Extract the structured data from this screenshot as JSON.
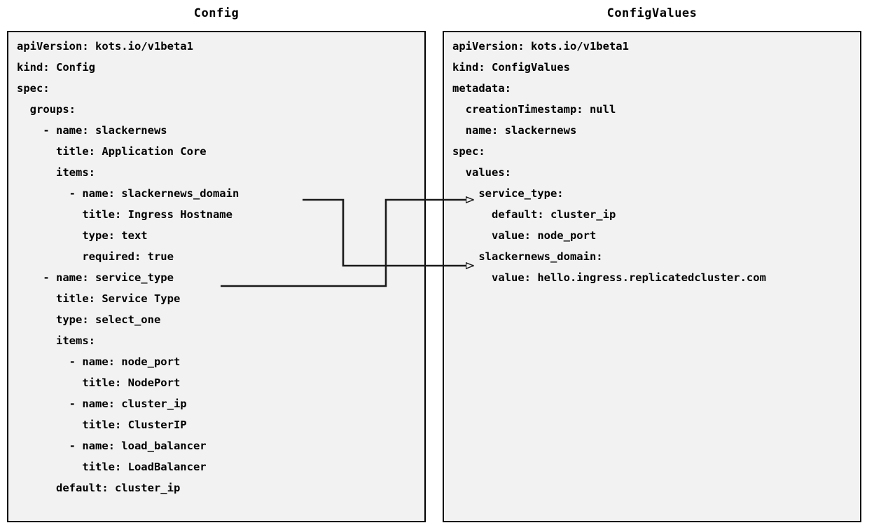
{
  "diagram": {
    "type": "two-panel-yaml-mapping",
    "background_color": "#ffffff",
    "panel_background_color": "#f2f2f2",
    "panel_border_color": "#000000",
    "connector_color": "#1a1a1a"
  },
  "left_panel": {
    "title": "Config",
    "lines": [
      "apiVersion: kots.io/v1beta1",
      "kind: Config",
      "spec:",
      "  groups:",
      "    - name: slackernews",
      "      title: Application Core",
      "      items:",
      "        - name: slackernews_domain",
      "          title: Ingress Hostname",
      "          type: text",
      "          required: true",
      "    - name: service_type",
      "      title: Service Type",
      "      type: select_one",
      "      items:",
      "        - name: node_port",
      "          title: NodePort",
      "        - name: cluster_ip",
      "          title: ClusterIP",
      "        - name: load_balancer",
      "          title: LoadBalancer",
      "      default: cluster_ip"
    ]
  },
  "right_panel": {
    "title": "ConfigValues",
    "lines": [
      "apiVersion: kots.io/v1beta1",
      "kind: ConfigValues",
      "metadata:",
      "  creationTimestamp: null",
      "  name: slackernews",
      "spec:",
      "  values:",
      "    service_type:",
      "      default: cluster_ip",
      "      value: node_port",
      "    slackernews_domain:",
      "      value: hello.ingress.replicatedcluster.com"
    ]
  },
  "connectors": [
    {
      "id": "slackernews-domain-link",
      "from_label": "slackernews_domain",
      "to_label": "slackernews_domain:",
      "arrow": "open-triangle-right"
    },
    {
      "id": "service-type-link",
      "from_label": "service_type",
      "to_label": "service_type:",
      "arrow": "open-triangle-right"
    }
  ]
}
